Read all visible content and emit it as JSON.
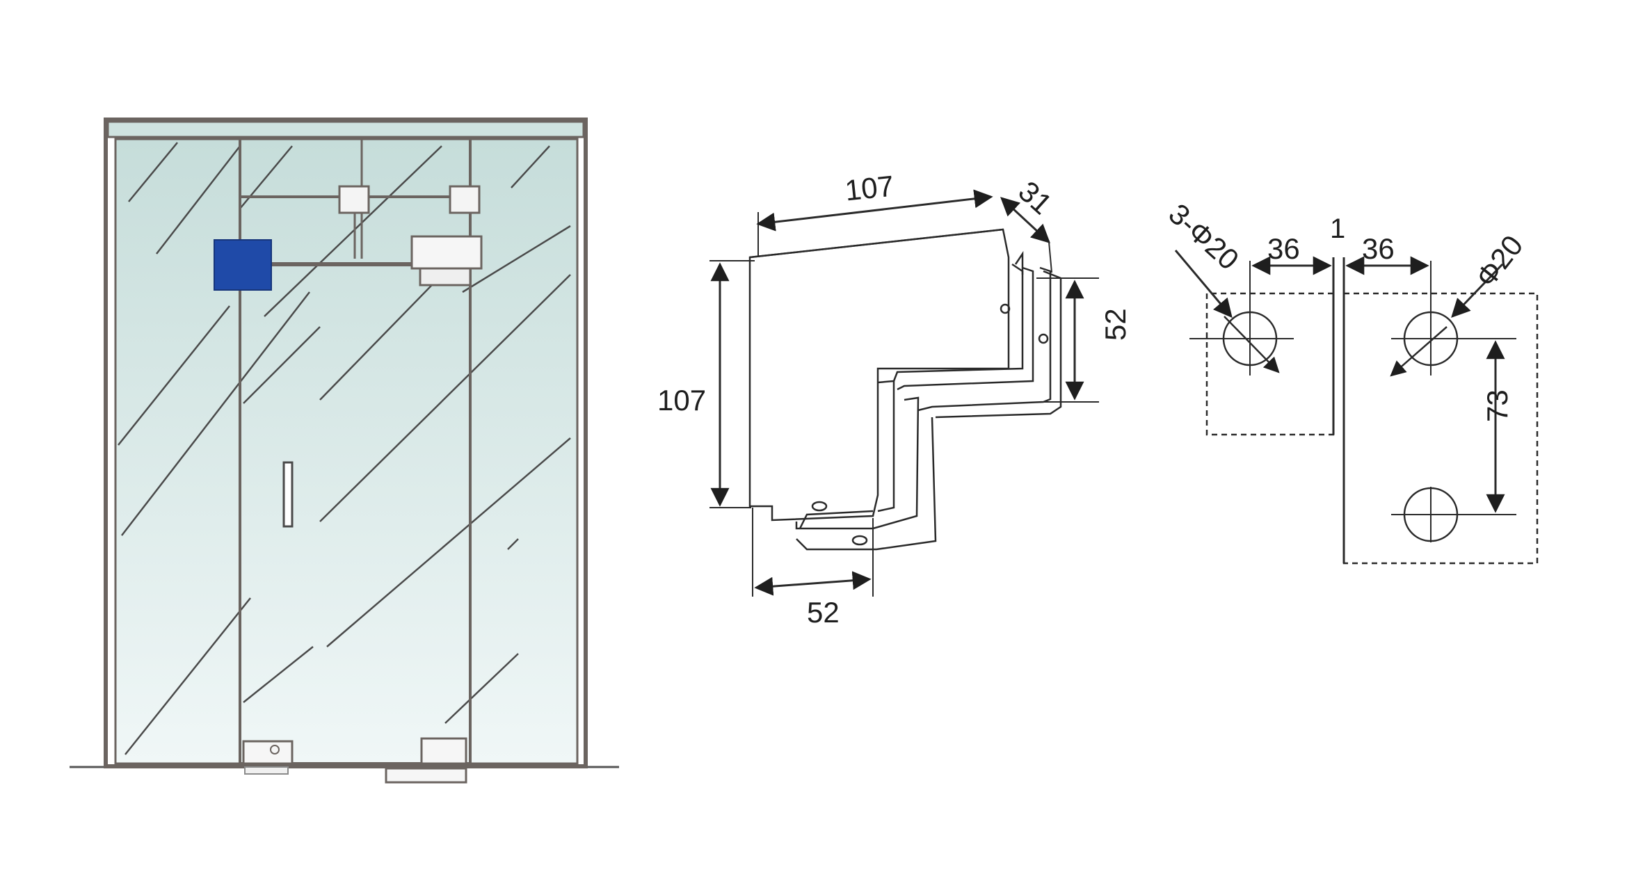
{
  "diagram": {
    "side_view": {
      "width": "107",
      "depth": "31",
      "height": "107",
      "step": "52",
      "bottom": "52"
    },
    "hole_layout": {
      "holes_left": "3-Φ20",
      "left_offset": "36",
      "right_offset": "36",
      "gap": "1",
      "hole_right": "Φ20",
      "vertical": "73"
    },
    "colors": {
      "glass_top": "#c9e0dd",
      "glass_bottom": "#eef6f6",
      "frame": "#6b6460",
      "fitting_highlight": "#1f4aa8",
      "line": "#2a2a2a"
    }
  }
}
